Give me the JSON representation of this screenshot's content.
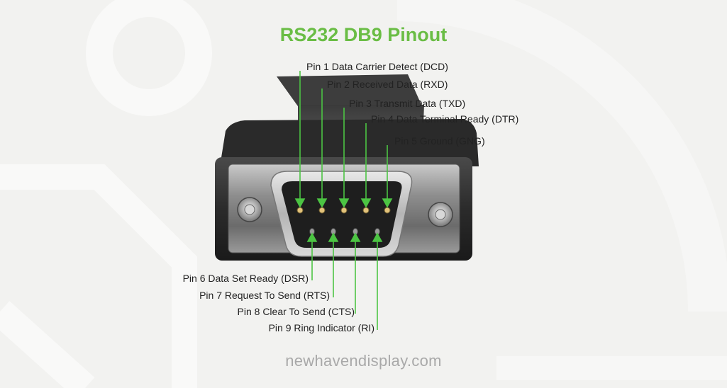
{
  "title": "RS232 DB9 Pinout",
  "top_pins": [
    {
      "pin": 1,
      "label": "Pin 1 Data Carrier Detect (DCD)"
    },
    {
      "pin": 2,
      "label": "Pin 2 Received Data (RXD)"
    },
    {
      "pin": 3,
      "label": "Pin 3 Transmit Data (TXD)"
    },
    {
      "pin": 4,
      "label": "Pin 4 Data Terminal Ready (DTR)"
    },
    {
      "pin": 5,
      "label": "Pin 5 Ground (GNG)"
    }
  ],
  "bottom_pins": [
    {
      "pin": 6,
      "label": "Pin 6 Data Set Ready (DSR)"
    },
    {
      "pin": 7,
      "label": "Pin 7 Request To Send (RTS)"
    },
    {
      "pin": 8,
      "label": "Pin 8 Clear To Send (CTS)"
    },
    {
      "pin": 9,
      "label": "Pin 9 Ring Indicator (RI)"
    }
  ],
  "footer": "newhavendisplay.com",
  "colors": {
    "accent": "#6abd45",
    "arrow": "#4cc443",
    "text": "#222222",
    "footer": "#a9a9a9"
  }
}
